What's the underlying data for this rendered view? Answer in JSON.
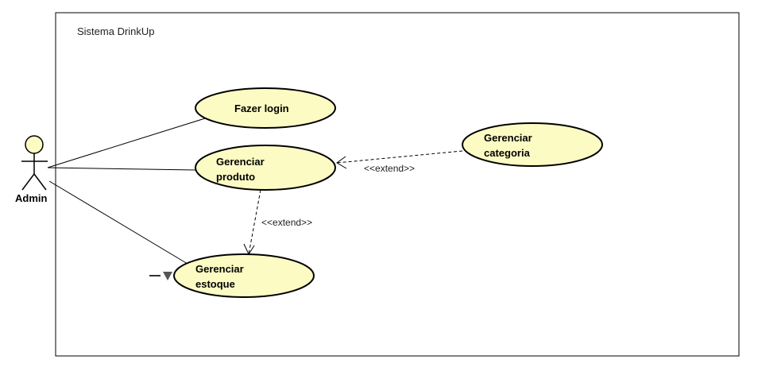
{
  "system": {
    "title": "Sistema DrinkUp"
  },
  "actor": {
    "label": "Admin"
  },
  "use_cases": {
    "fazer_login": "Fazer login",
    "gerenciar_produto": [
      "Gerenciar",
      "produto"
    ],
    "gerenciar_categoria": [
      "Gerenciar",
      "categoria"
    ],
    "gerenciar_estoque": [
      "Gerenciar",
      "estoque"
    ]
  },
  "relations": {
    "extend_categoria": "<<extend>>",
    "extend_estoque": "<<extend>>"
  },
  "colors": {
    "usecase_fill": "#fdfbc4",
    "line": "#000000"
  }
}
